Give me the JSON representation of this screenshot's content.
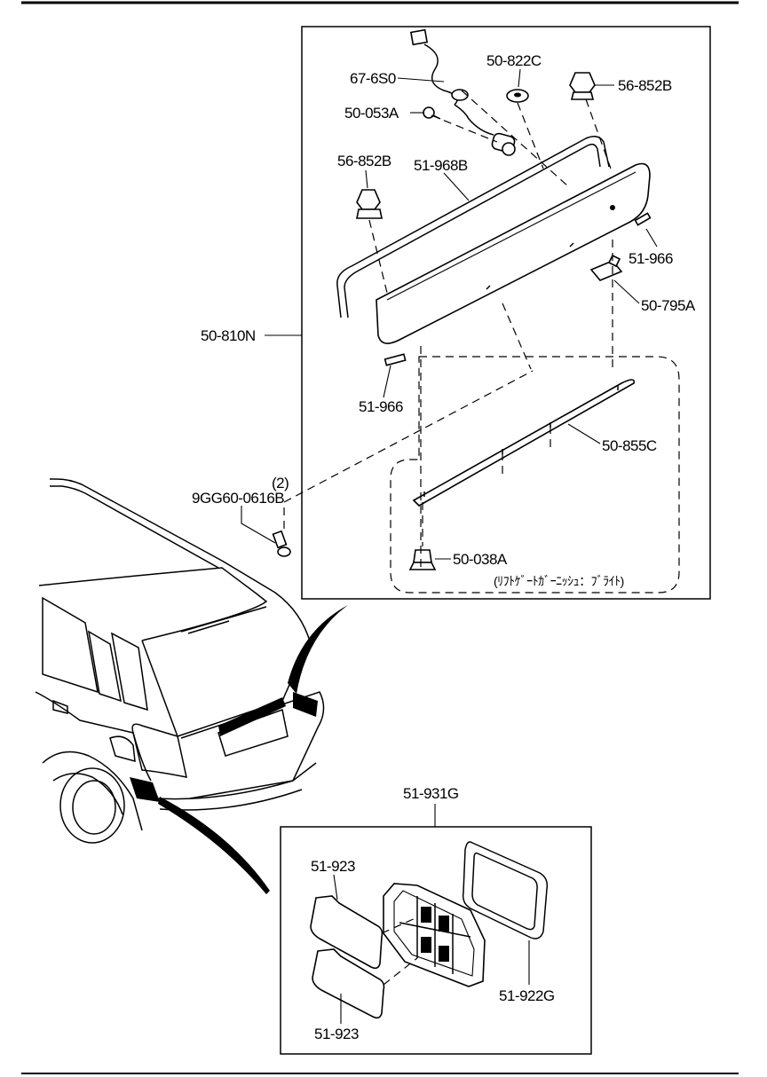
{
  "labels": {
    "harness": "67-6S0",
    "cap": "50-822C",
    "clip_top_right": "56-852B",
    "screw_top": "50-053A",
    "clip_left": "56-852B",
    "seal": "51-968B",
    "pad_right": "51-966",
    "bracket": "50-795A",
    "garnish_assy": "50-810N",
    "pad_left": "51-966",
    "moulding": "50-855C",
    "qty_note": "(2)",
    "bolt": "9GG60-0616B",
    "clip_bottom": "50-038A",
    "bright_note": "(ﾘﾌﾄｹﾞｰﾄｶﾞｰﾆｯｼｭ：ﾌﾞﾗｲﾄ)",
    "reflector_assy": "51-931G",
    "lens_top": "51-923",
    "lens_bottom": "51-923",
    "gasket": "51-922G"
  }
}
